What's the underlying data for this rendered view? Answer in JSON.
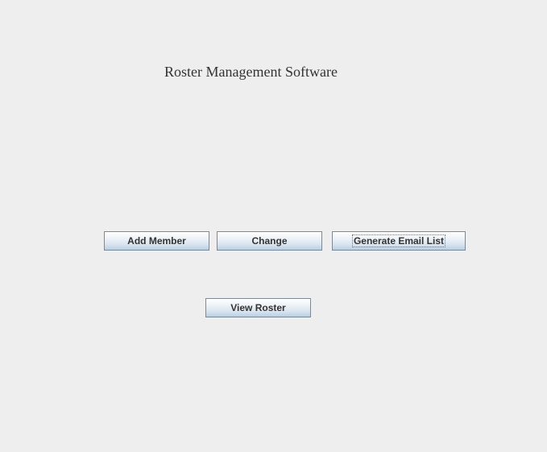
{
  "app": {
    "title": "Roster Management Software"
  },
  "buttons": {
    "add_member": "Add Member",
    "change": "Change",
    "generate_email_list": "Generate Email List",
    "view_roster": "View Roster"
  }
}
